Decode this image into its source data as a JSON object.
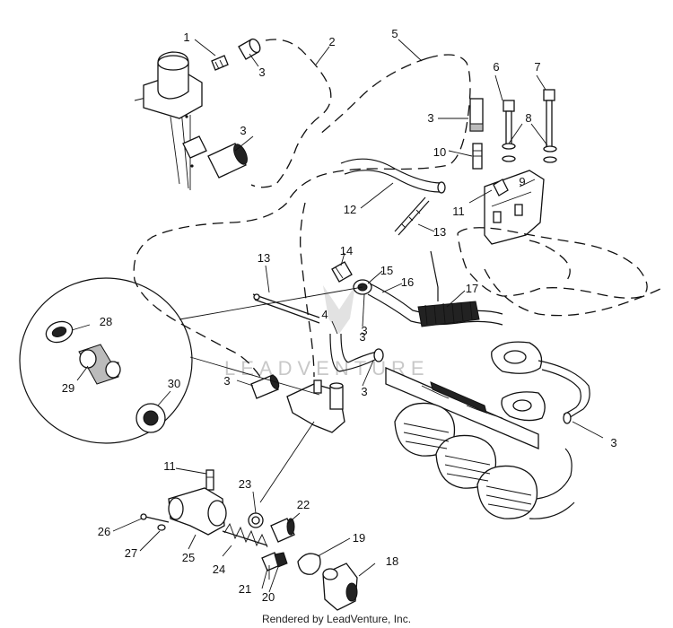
{
  "footer": "Rendered by LeadVenture, Inc.",
  "watermark": "LEADVENTURE",
  "callouts": [
    {
      "id": "1",
      "label": "1"
    },
    {
      "id": "2",
      "label": "2"
    },
    {
      "id": "3a",
      "label": "3"
    },
    {
      "id": "3b",
      "label": "3"
    },
    {
      "id": "3c",
      "label": "3"
    },
    {
      "id": "3d",
      "label": "3"
    },
    {
      "id": "3e",
      "label": "3"
    },
    {
      "id": "3f",
      "label": "3"
    },
    {
      "id": "3g",
      "label": "3"
    },
    {
      "id": "3h",
      "label": "3"
    },
    {
      "id": "4",
      "label": "4"
    },
    {
      "id": "5",
      "label": "5"
    },
    {
      "id": "6",
      "label": "6"
    },
    {
      "id": "7",
      "label": "7"
    },
    {
      "id": "8",
      "label": "8"
    },
    {
      "id": "9",
      "label": "9"
    },
    {
      "id": "10",
      "label": "10"
    },
    {
      "id": "11a",
      "label": "11"
    },
    {
      "id": "11b",
      "label": "11"
    },
    {
      "id": "12",
      "label": "12"
    },
    {
      "id": "13a",
      "label": "13"
    },
    {
      "id": "13b",
      "label": "13"
    },
    {
      "id": "14",
      "label": "14"
    },
    {
      "id": "15",
      "label": "15"
    },
    {
      "id": "16",
      "label": "16"
    },
    {
      "id": "17",
      "label": "17"
    },
    {
      "id": "18",
      "label": "18"
    },
    {
      "id": "19",
      "label": "19"
    },
    {
      "id": "20",
      "label": "20"
    },
    {
      "id": "21",
      "label": "21"
    },
    {
      "id": "22",
      "label": "22"
    },
    {
      "id": "23",
      "label": "23"
    },
    {
      "id": "24",
      "label": "24"
    },
    {
      "id": "25",
      "label": "25"
    },
    {
      "id": "26",
      "label": "26"
    },
    {
      "id": "27",
      "label": "27"
    },
    {
      "id": "28",
      "label": "28"
    },
    {
      "id": "29",
      "label": "29"
    },
    {
      "id": "30",
      "label": "30"
    }
  ]
}
